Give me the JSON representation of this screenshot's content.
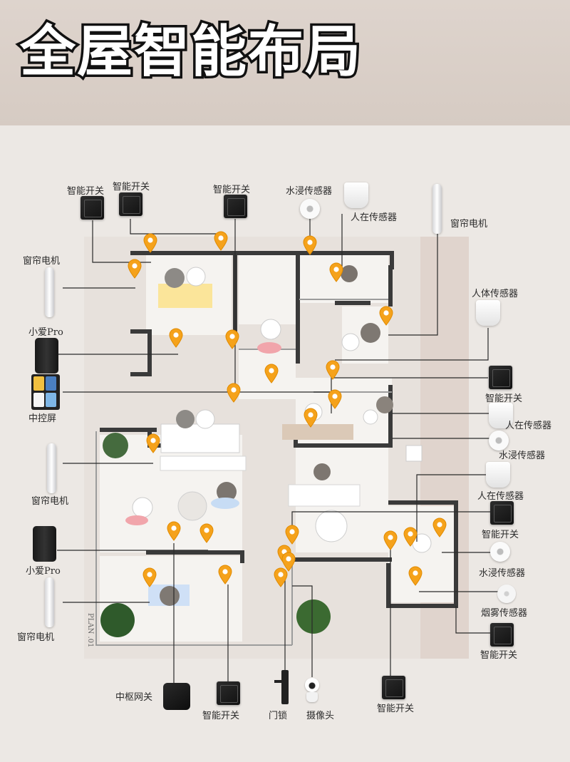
{
  "title": "全屋智能布局",
  "labels": {
    "switch_a": "智能开关",
    "switch_b": "智能开关",
    "switch_c": "智能开关",
    "water_top": "水浸传感器",
    "presence_top": "人在传感器",
    "curtain_top_right": "窗帘电机",
    "curtain_left_1": "窗帘电机",
    "body_sensor": "人体传感器",
    "xiaoai_1": "小爱Pro",
    "switch_right_1": "智能开关",
    "control_screen": "中控屏",
    "presence_right_1": "人在传感器",
    "water_right_1": "水浸传感器",
    "curtain_left_2": "窗帘电机",
    "presence_right_2": "人在传感器",
    "switch_right_2": "智能开关",
    "xiaoai_2": "小爱Pro",
    "water_right_2": "水浸传感器",
    "smoke_sensor": "烟雾传感器",
    "curtain_left_3": "窗帘电机",
    "switch_right_3": "智能开关",
    "hub": "中枢网关",
    "switch_bottom_1": "智能开关",
    "door_lock": "门锁",
    "camera": "摄像头",
    "switch_bottom_2": "智能开关"
  },
  "plan_caption": "PLAN .01",
  "colors": {
    "pin": "#f5a21b",
    "wall": "#3a3a3a",
    "line": "#2a2a2a",
    "header_bg": "#d8cdc6",
    "title_fill": "#ffffff",
    "title_stroke": "#111111"
  },
  "icons": [
    "switch-icon",
    "curtain-motor-icon",
    "smart-speaker-icon",
    "presence-sensor-icon",
    "water-sensor-icon",
    "smoke-sensor-icon",
    "hub-gateway-icon",
    "control-screen-icon",
    "door-lock-icon",
    "camera-icon",
    "location-pin-icon"
  ]
}
